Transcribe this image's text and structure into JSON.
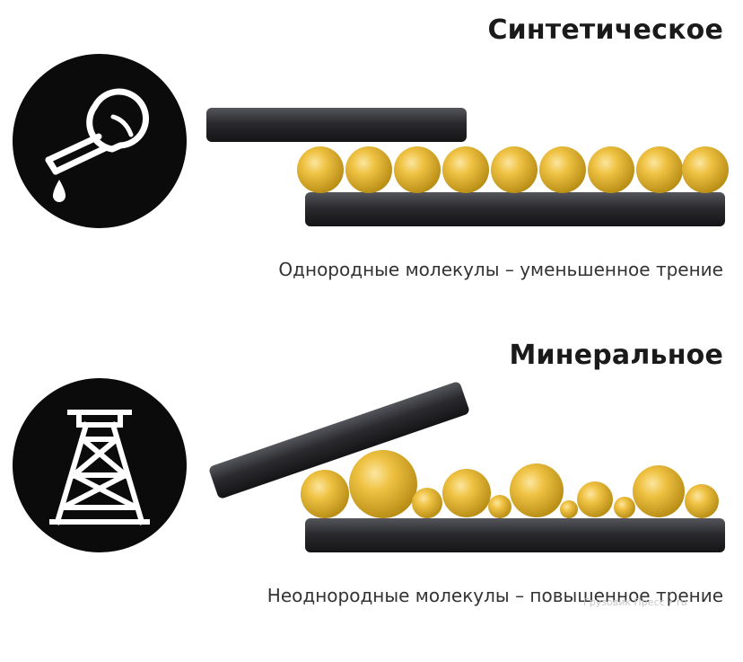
{
  "colors": {
    "plate": "#2b2b2f",
    "molecule": "#e8b72e",
    "icon_bg": "#0b0b0b",
    "icon_fg": "#ffffff"
  },
  "panels": {
    "synthetic": {
      "title": "Синтетическое",
      "caption": "Однородные молекулы – уменьшенное трение",
      "icon": "oil-flask-drop-icon"
    },
    "mineral": {
      "title": "Минеральное",
      "caption": "Неоднородные молекулы – повышенное трение",
      "icon": "oil-derrick-icon",
      "watermark": "Грузовик Пресс • ru"
    }
  }
}
